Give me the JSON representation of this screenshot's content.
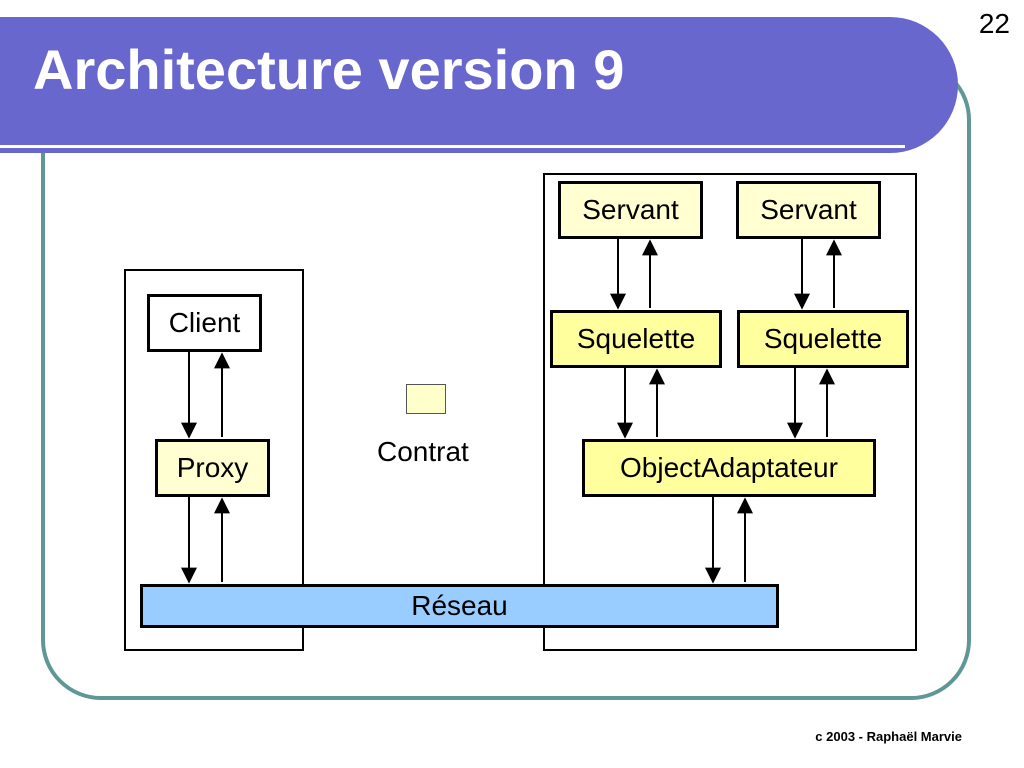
{
  "slide": {
    "title": "Architecture version 9",
    "page_number": "22",
    "footer": "c 2003 - Raphaël Marvie"
  },
  "diagram": {
    "client": "Client",
    "proxy": "Proxy",
    "servant_1": "Servant",
    "servant_2": "Servant",
    "squelette_1": "Squelette",
    "squelette_2": "Squelette",
    "object_adapter": "ObjectAdaptateur",
    "network": "Réseau",
    "legend_label": "Contrat"
  },
  "colors": {
    "title_bar": "#6767cd",
    "frame": "#5f9797",
    "contract_fill": "#ffffcc",
    "network_fill": "#99ccff"
  }
}
